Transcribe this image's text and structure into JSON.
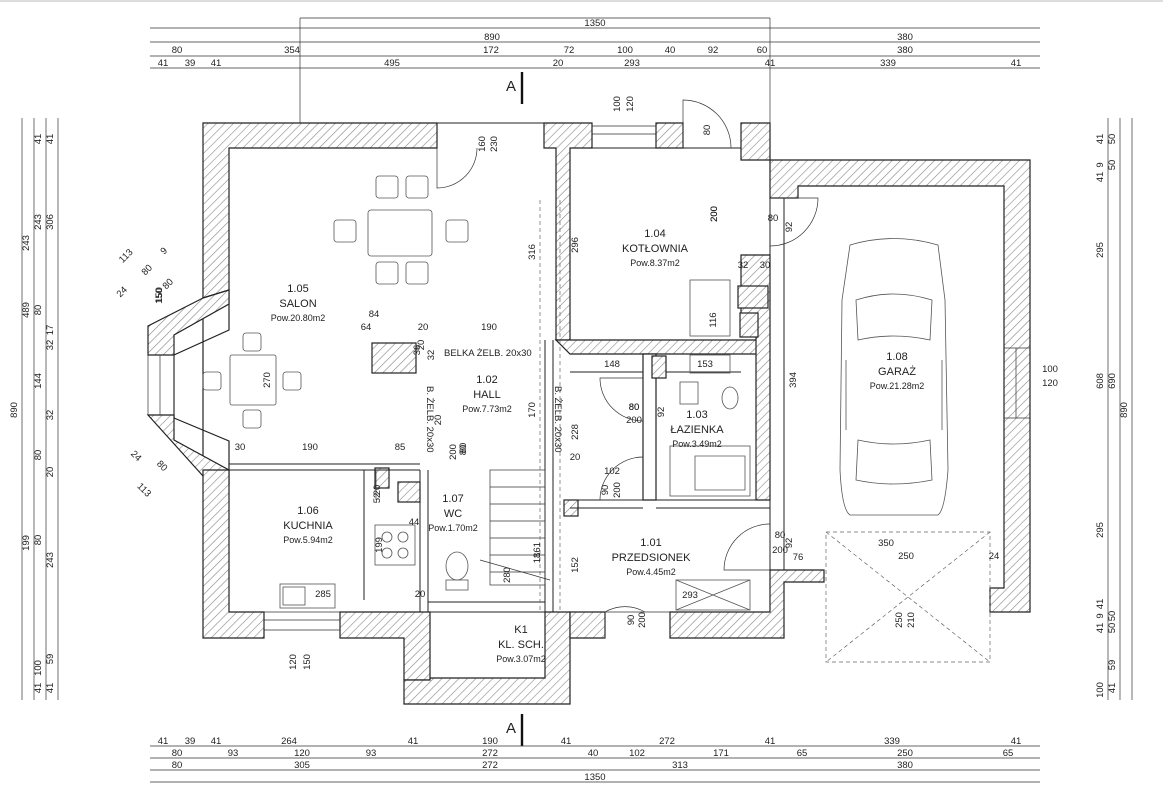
{
  "rooms": [
    {
      "id": "1.05",
      "name": "SALON",
      "area": "Pow.20.80m2"
    },
    {
      "id": "1.04",
      "name": "KOTŁOWNIA",
      "area": "Pow.8.37m2"
    },
    {
      "id": "1.08",
      "name": "GARAŻ",
      "area": "Pow.21.28m2"
    },
    {
      "id": "1.02",
      "name": "HALL",
      "area": "Pow.7.73m2"
    },
    {
      "id": "1.03",
      "name": "ŁAZIENKA",
      "area": "Pow.3.49m2"
    },
    {
      "id": "1.06",
      "name": "KUCHNIA",
      "area": "Pow.5.94m2"
    },
    {
      "id": "1.07",
      "name": "WC",
      "area": "Pow.1.70m2"
    },
    {
      "id": "1.01",
      "name": "PRZEDSIONEK",
      "area": "Pow.4.45m2"
    },
    {
      "id": "K1",
      "name": "KL. SCH.",
      "area": "Pow.3.07m2"
    }
  ],
  "beam_labels": [
    "BELKA ŻELB. 20x30",
    "B. ŻELB. 20x30",
    "B. ŻELB. 20x30"
  ],
  "section_marks": [
    "A",
    "A"
  ],
  "dims_top": [
    [
      "1350"
    ],
    [
      "890",
      "380"
    ],
    [
      "80",
      "354",
      "172",
      "72",
      "100",
      "40",
      "92",
      "60",
      "380"
    ],
    [
      "41",
      "39",
      "41",
      "495",
      "20",
      "293",
      "41",
      "339",
      "41"
    ]
  ],
  "dims_bottom": [
    [
      "41",
      "39",
      "41",
      "264",
      "41",
      "190",
      "41",
      "272",
      "41",
      "339",
      "41"
    ],
    [
      "80",
      "93",
      "120",
      "93",
      "272",
      "40",
      "102",
      "171",
      "65",
      "250",
      "65"
    ],
    [
      "80",
      "305",
      "272",
      "313",
      "380"
    ],
    [
      "1350"
    ]
  ],
  "dims_left": [
    [
      "890"
    ],
    [
      "489",
      "199",
      "243"
    ],
    [
      "41",
      "243",
      "80",
      "144",
      "80",
      "80",
      "100",
      "41"
    ],
    [
      "41",
      "306",
      "17",
      "32",
      "32",
      "20",
      "243",
      "59",
      "41"
    ]
  ],
  "dims_right": [
    [
      "41",
      "9",
      "41",
      "295",
      "608",
      "295",
      "41",
      "9",
      "41",
      "100"
    ],
    [
      "50",
      "50",
      "690",
      "50",
      "50",
      "59",
      "41"
    ],
    [
      "890"
    ]
  ],
  "dims_interior": [
    "84",
    "64",
    "20",
    "190",
    "20",
    "32",
    "36",
    "80",
    "270",
    "150",
    "113",
    "80",
    "9",
    "24",
    "80",
    "150",
    "24",
    "80",
    "113",
    "30",
    "190",
    "85",
    "52",
    "44",
    "20",
    "199",
    "20",
    "200",
    "80",
    "316",
    "160",
    "230",
    "100",
    "120",
    "80",
    "200",
    "296",
    "200",
    "80",
    "92",
    "30",
    "32",
    "116",
    "148",
    "153",
    "80",
    "20",
    "170",
    "228",
    "80",
    "92",
    "200",
    "102",
    "90",
    "200",
    "161",
    "280",
    "18",
    "152",
    "90",
    "200",
    "293",
    "394",
    "100",
    "120",
    "80",
    "92",
    "200",
    "76",
    "350",
    "250",
    "24",
    "250",
    "210",
    "120",
    "150",
    "285",
    "20"
  ]
}
